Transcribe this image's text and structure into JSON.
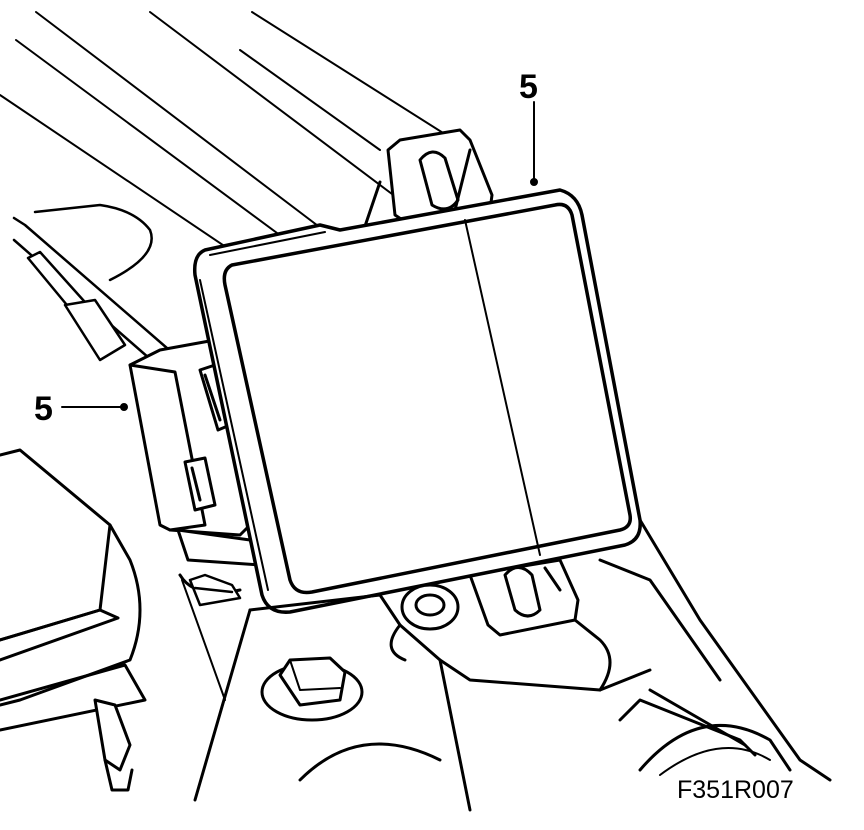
{
  "callouts": {
    "top_label": "5",
    "left_label": "5"
  },
  "figure": {
    "code": "F351R007"
  },
  "colors": {
    "ink": "#000000",
    "paper": "#ffffff",
    "shade": "#f2f2f2"
  }
}
